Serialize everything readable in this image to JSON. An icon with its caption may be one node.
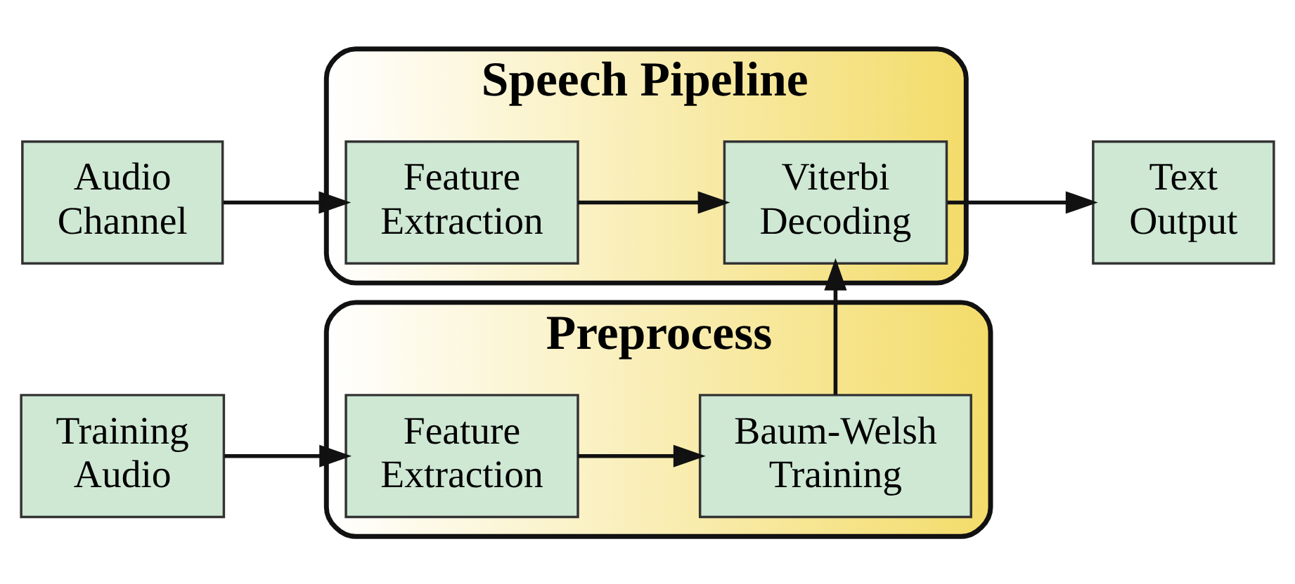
{
  "diagram": {
    "nodes": [
      {
        "text": [
          "Preprocess"
        ]
      },
      {
        "text": [
          "Training Audio"
        ]
      },
      {
        "text": [
          "Feature Extraction"
        ],
        "in": 0
      },
      {
        "text": [
          "Baum-Welsh Training"
        ],
        "in": 0
      },
      {
        "text": [
          "Speech Pipeline"
        ]
      },
      {
        "text": [
          "Audio Channel"
        ]
      },
      {
        "text": [
          "Feature Extraction"
        ],
        "in": 4
      },
      {
        "text": [
          "Viterbi Decoding"
        ],
        "in": 4
      },
      {
        "text": [
          "Text Output"
        ]
      }
    ],
    "edges": [
      {
        "from": 1,
        "to": 2,
        "arrow": "to"
      },
      {
        "from": 2,
        "to": 3,
        "arrow": "to"
      },
      {
        "from": 3,
        "to": 7,
        "arrow": "to"
      },
      {
        "from": 5,
        "to": 6,
        "arrow": "to"
      },
      {
        "from": 6,
        "to": 7,
        "arrow": "to"
      },
      {
        "from": 7,
        "to": 8,
        "arrow": "to"
      }
    ]
  }
}
